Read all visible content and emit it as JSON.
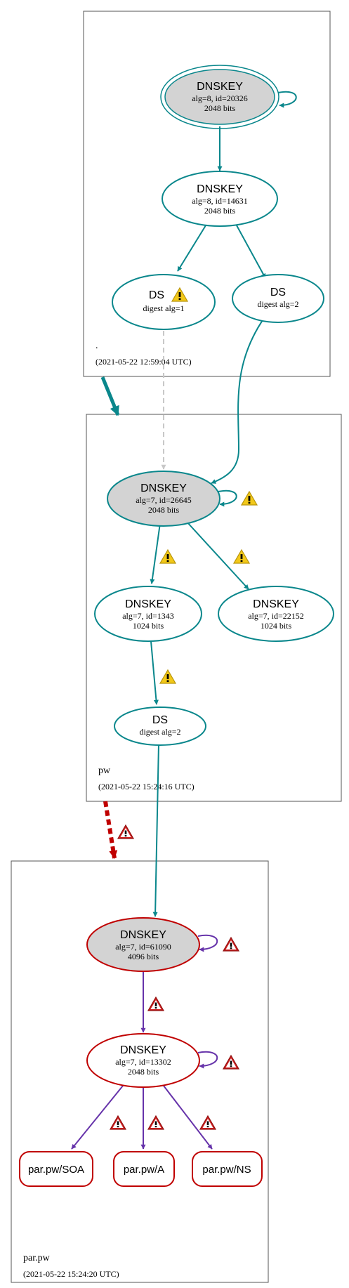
{
  "colors": {
    "teal": "#0a878c",
    "red": "#c00000",
    "purple": "#6633aa",
    "gray_fill": "#d3d3d3",
    "warn_yellow": "#f2c819",
    "warn_red": "#d02020",
    "dashed_gray": "#c8c8c8"
  },
  "zones": {
    "root": {
      "name": ".",
      "timestamp": "(2021-05-22 12:59:04 UTC)"
    },
    "pw": {
      "name": "pw",
      "timestamp": "(2021-05-22 15:24:16 UTC)"
    },
    "parpw": {
      "name": "par.pw",
      "timestamp": "(2021-05-22 15:24:20 UTC)"
    }
  },
  "nodes": {
    "root_ksk": {
      "title": "DNSKEY",
      "line1": "alg=8, id=20326",
      "line2": "2048 bits"
    },
    "root_zsk": {
      "title": "DNSKEY",
      "line1": "alg=8, id=14631",
      "line2": "2048 bits"
    },
    "root_ds1": {
      "title": "DS",
      "line1": "digest alg=1"
    },
    "root_ds2": {
      "title": "DS",
      "line1": "digest alg=2"
    },
    "pw_ksk": {
      "title": "DNSKEY",
      "line1": "alg=7, id=26645",
      "line2": "2048 bits"
    },
    "pw_zsk1": {
      "title": "DNSKEY",
      "line1": "alg=7, id=1343",
      "line2": "1024 bits"
    },
    "pw_zsk2": {
      "title": "DNSKEY",
      "line1": "alg=7, id=22152",
      "line2": "1024 bits"
    },
    "pw_ds": {
      "title": "DS",
      "line1": "digest alg=2"
    },
    "par_ksk": {
      "title": "DNSKEY",
      "line1": "alg=7, id=61090",
      "line2": "4096 bits"
    },
    "par_zsk": {
      "title": "DNSKEY",
      "line1": "alg=7, id=13302",
      "line2": "2048 bits"
    },
    "rr_soa": {
      "label": "par.pw/SOA"
    },
    "rr_a": {
      "label": "par.pw/A"
    },
    "rr_ns": {
      "label": "par.pw/NS"
    }
  },
  "icons": {
    "warning": "warning-triangle-icon",
    "error": "error-triangle-icon"
  }
}
